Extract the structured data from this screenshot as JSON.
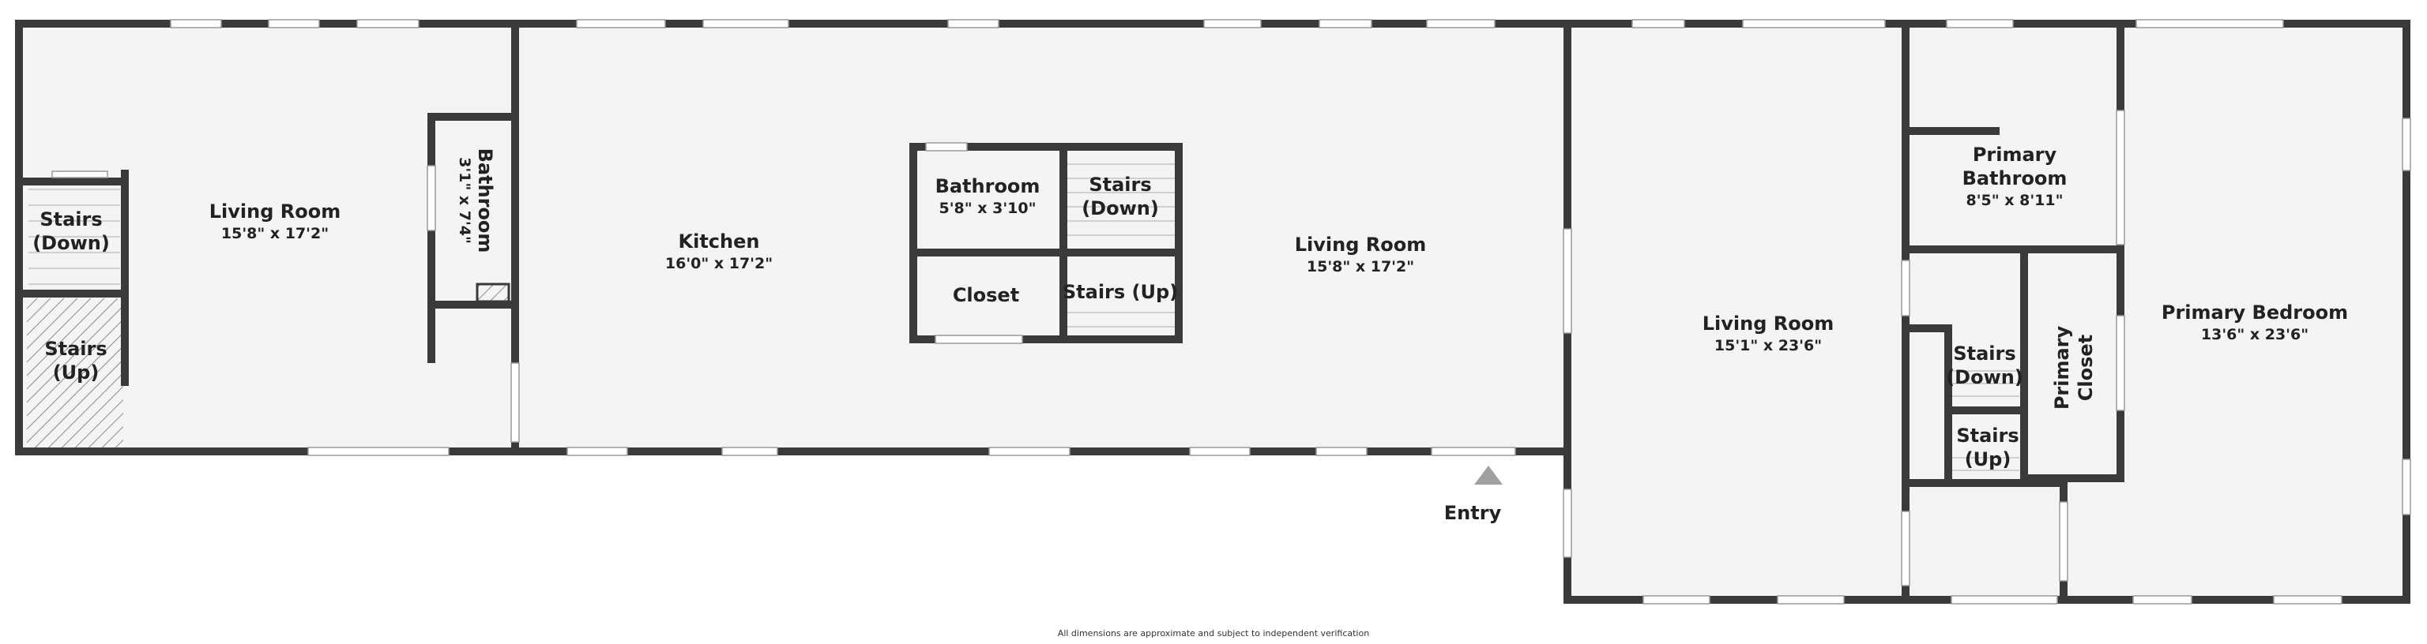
{
  "plan": {
    "colors": {
      "wall": "#3a3a3a",
      "floor": "#f4f4f4",
      "window": "#ffffff",
      "label": "#222222",
      "entry_marker": "#a0a0a0"
    },
    "rooms": [
      {
        "id": "living-room-left",
        "name": "Living Room",
        "dims": "15'8\" x 17'2\""
      },
      {
        "id": "stairs-down-left",
        "name": [
          "Stairs",
          "(Down)"
        ]
      },
      {
        "id": "stairs-up-left",
        "name": [
          "Stairs",
          "(Up)"
        ]
      },
      {
        "id": "bathroom-left",
        "name": "Bathroom",
        "dims": "3'1\" x 7'4\""
      },
      {
        "id": "kitchen",
        "name": "Kitchen",
        "dims": "16'0\" x 17'2\""
      },
      {
        "id": "bathroom-center",
        "name": "Bathroom",
        "dims": "5'8\" x 3'10\""
      },
      {
        "id": "closet-center",
        "name": "Closet"
      },
      {
        "id": "stairs-down-center",
        "name": [
          "Stairs",
          "(Down)"
        ]
      },
      {
        "id": "stairs-up-center",
        "name": "Stairs (Up)"
      },
      {
        "id": "living-room-center",
        "name": "Living Room",
        "dims": "15'8\" x 17'2\""
      },
      {
        "id": "living-room-right",
        "name": "Living Room",
        "dims": "15'1\" x 23'6\""
      },
      {
        "id": "primary-bathroom",
        "name": [
          "Primary",
          "Bathroom"
        ],
        "dims": "8'5\" x 8'11\""
      },
      {
        "id": "stairs-down-right",
        "name": [
          "Stairs",
          "(Down)"
        ]
      },
      {
        "id": "stairs-up-right",
        "name": [
          "Stairs",
          "(Up)"
        ]
      },
      {
        "id": "primary-closet",
        "name": [
          "Primary",
          "Closet"
        ]
      },
      {
        "id": "primary-bedroom",
        "name": "Primary Bedroom",
        "dims": "13'6\" x 23'6\""
      }
    ],
    "entry_label": "Entry",
    "disclaimer": "All dimensions are approximate and subject to independent verification"
  }
}
